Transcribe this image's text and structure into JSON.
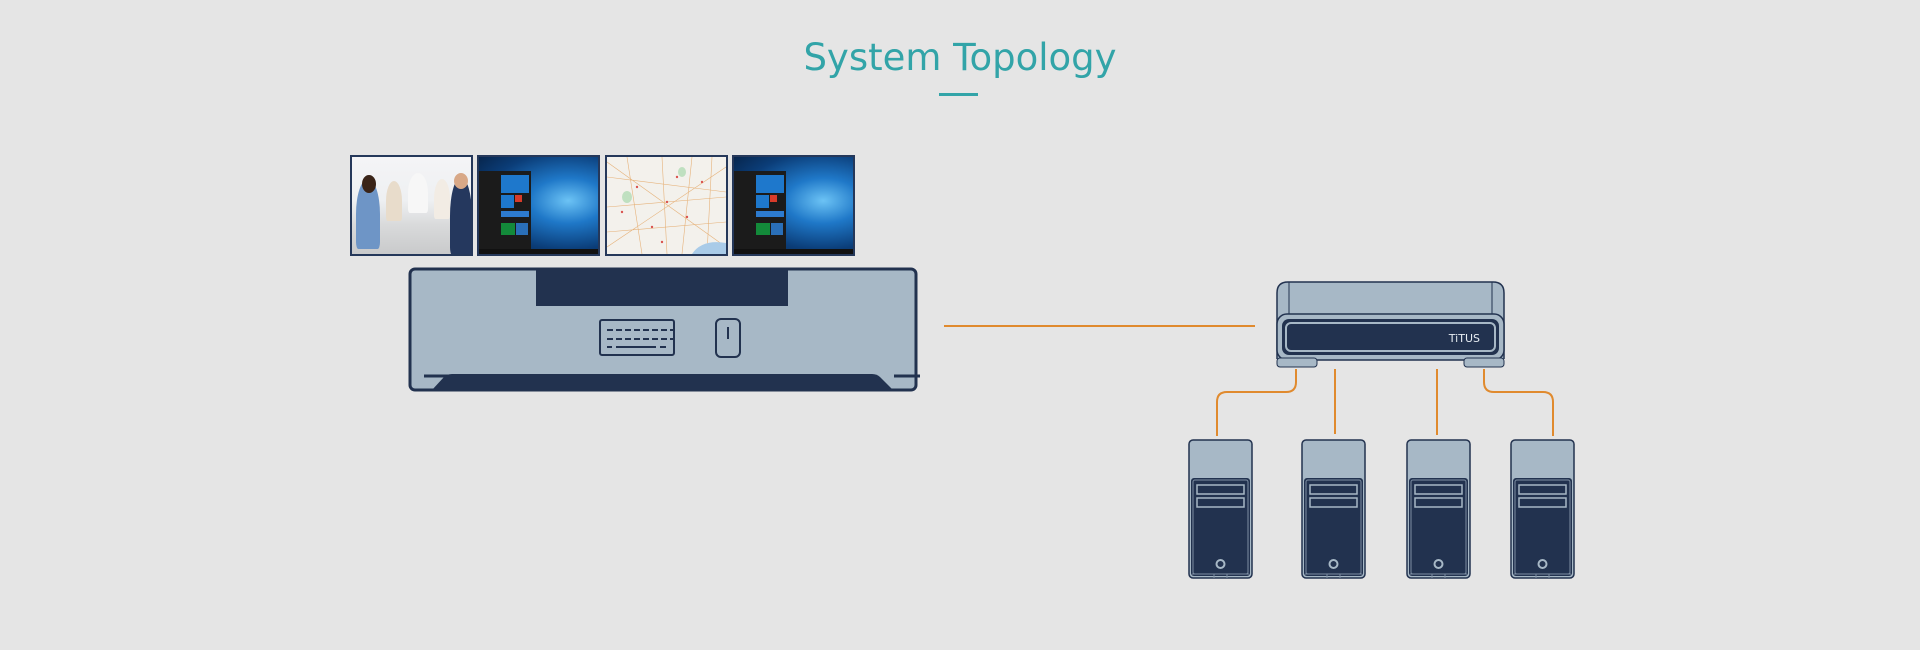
{
  "header": {
    "title": "System Topology"
  },
  "display_wall": {
    "screens": [
      {
        "content": "meeting-photo"
      },
      {
        "content": "windows-desktop"
      },
      {
        "content": "map"
      },
      {
        "content": "windows-desktop"
      }
    ]
  },
  "switch": {
    "brand_label": "TiTUS"
  },
  "servers": {
    "count": 4
  },
  "colors": {
    "title": "#32a4a8",
    "device_fill": "#a7b8c6",
    "device_dark": "#22324f",
    "cable": "#e08a2e",
    "background": "#e5e5e5"
  }
}
